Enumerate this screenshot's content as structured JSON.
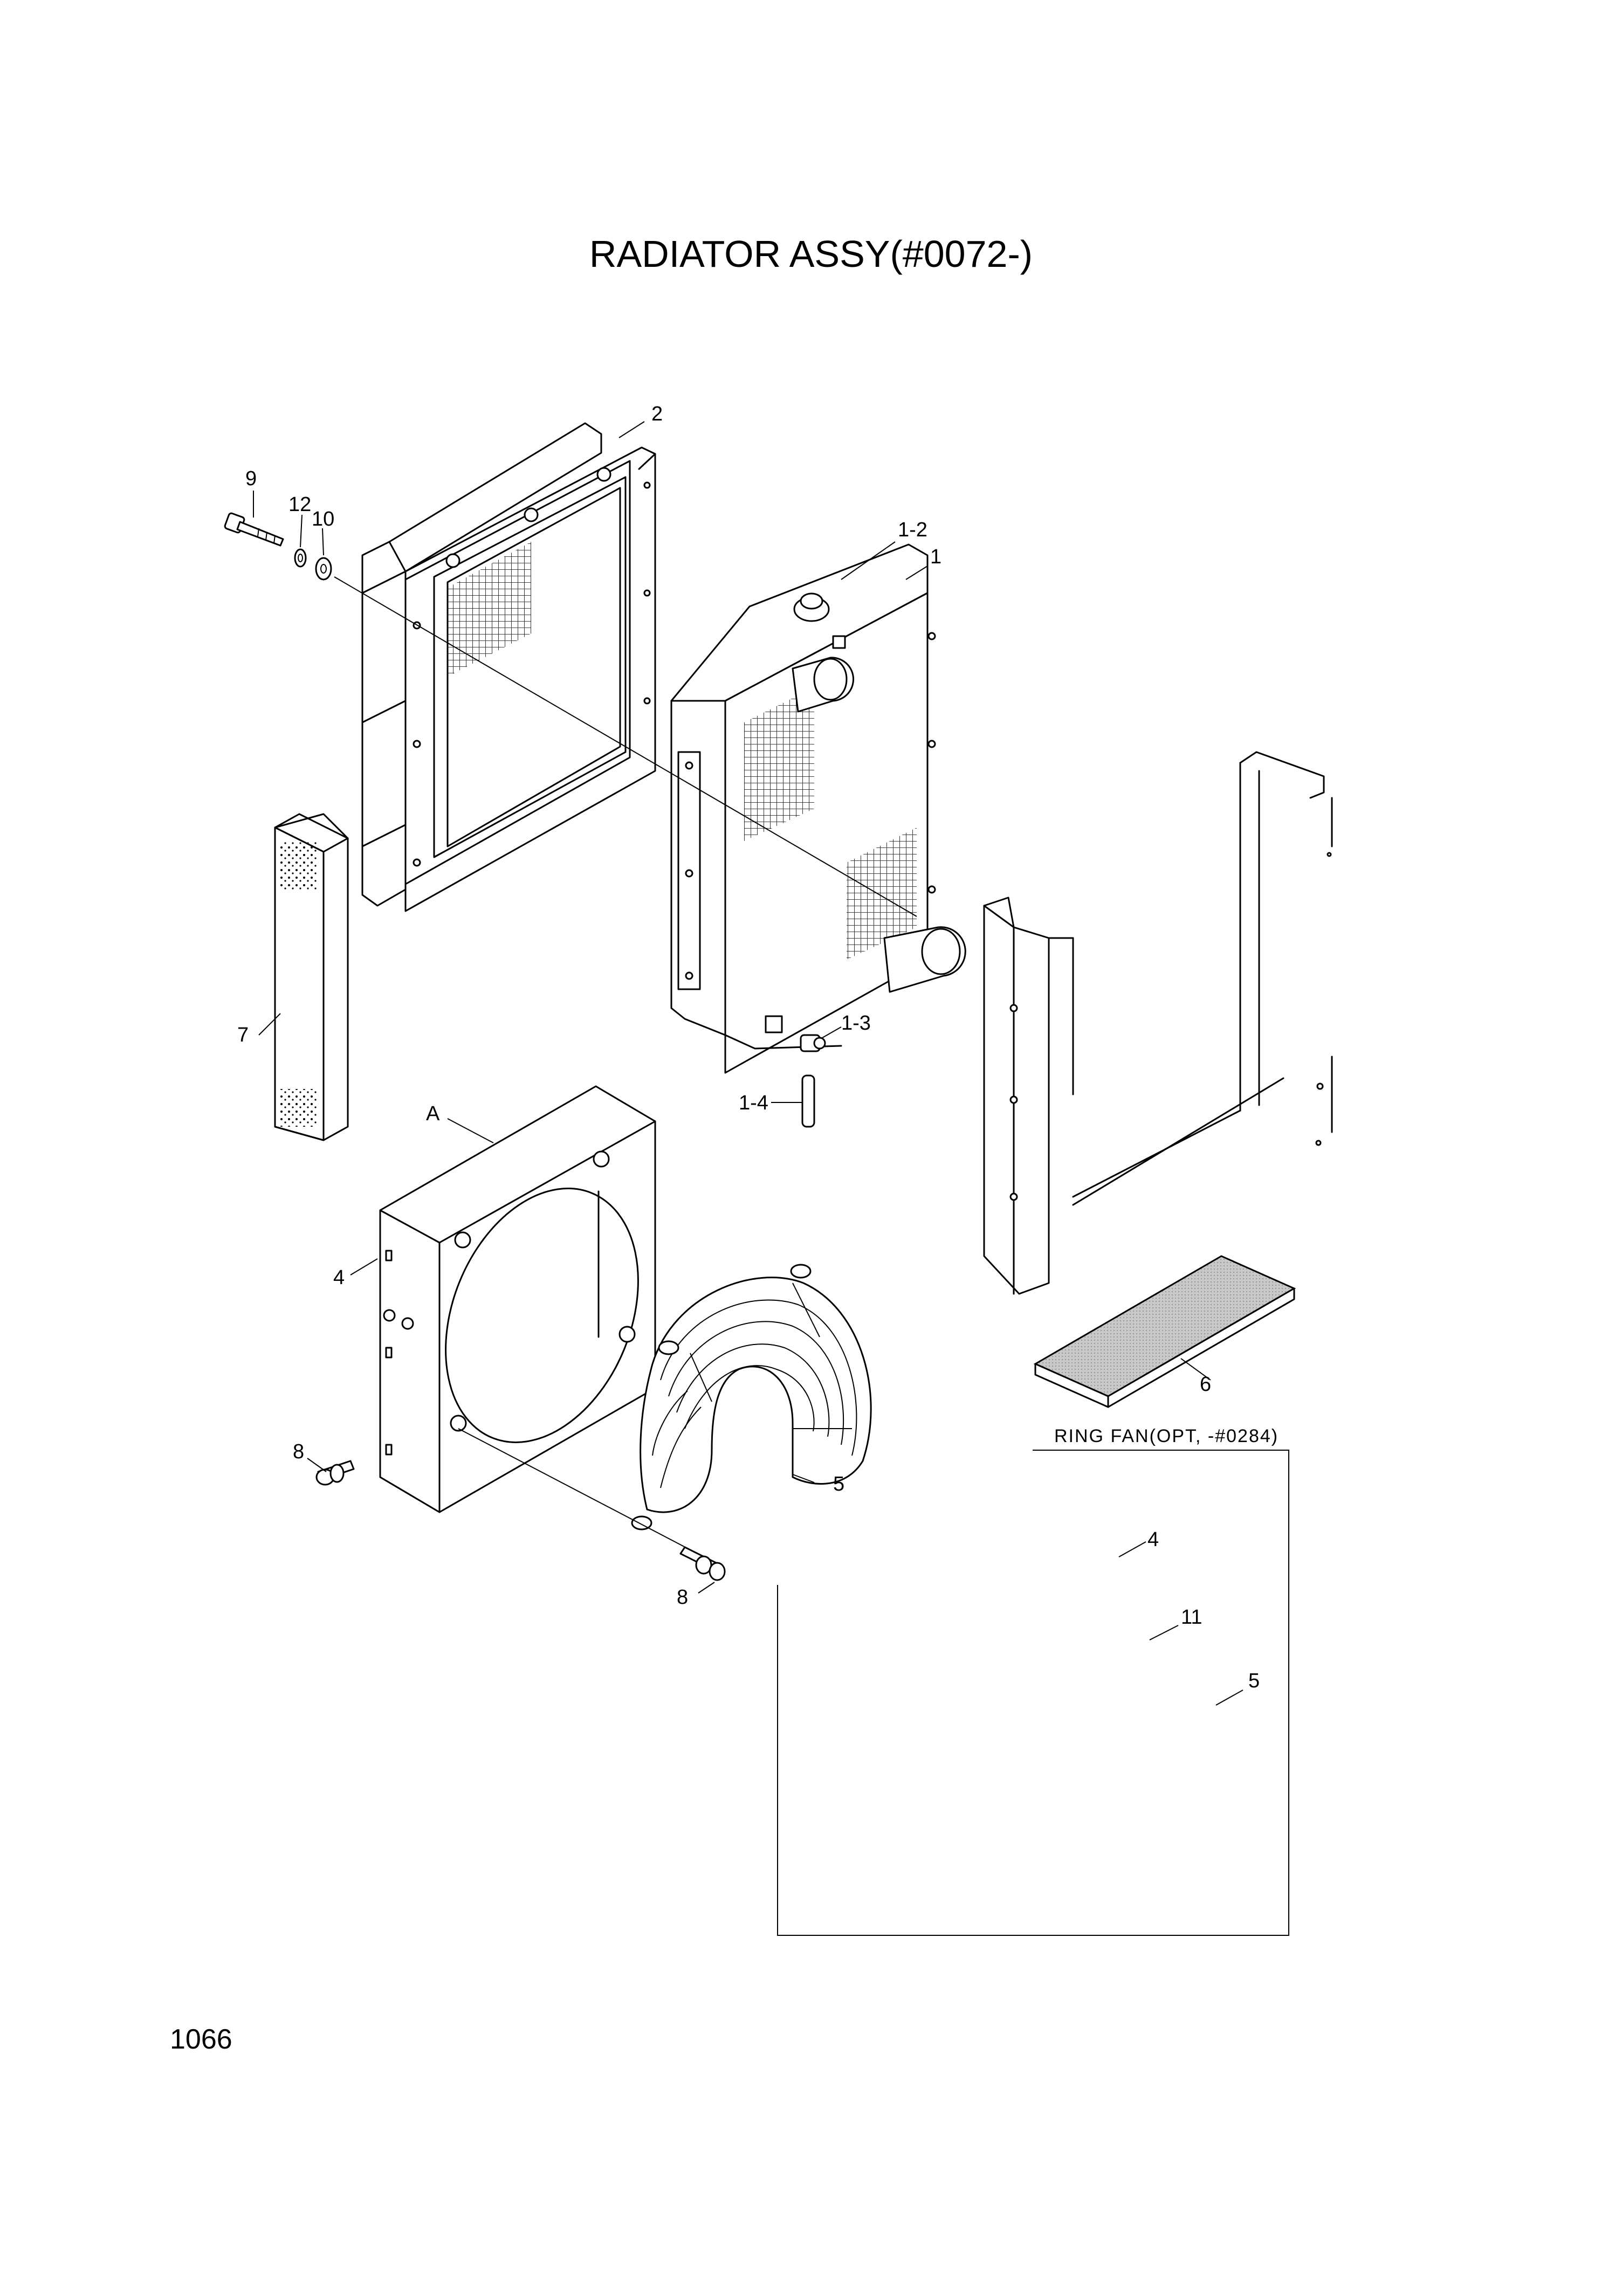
{
  "title": "RADIATOR ASSY(#0072-)",
  "page_number": "1066",
  "callouts": {
    "c2": "2",
    "c9": "9",
    "c12": "12",
    "c10": "10",
    "c1_2": "1-2",
    "c1": "1",
    "c7": "7",
    "c1_3": "1-3",
    "c1_4": "1-4",
    "cA": "A",
    "c4": "4",
    "c6": "6",
    "c8a": "8",
    "c5": "5",
    "c8b": "8"
  },
  "inset": {
    "label": "RING FAN(OPT, -#0284)",
    "c4": "4",
    "c11": "11",
    "c5": "5"
  }
}
